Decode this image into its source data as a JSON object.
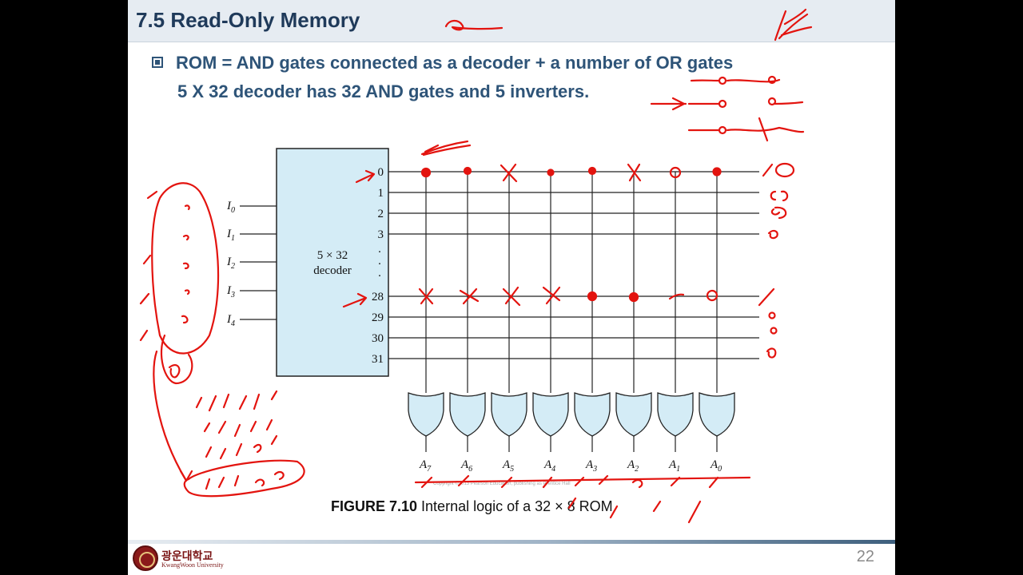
{
  "slide": {
    "title": "7.5 Read-Only Memory",
    "bullets": [
      "ROM = AND gates connected as a decoder + a number of OR gates",
      "5 X 32 decoder has 32 AND gates and 5 inverters."
    ],
    "page_number": "22"
  },
  "figure": {
    "decoder_label_line1": "5 × 32",
    "decoder_label_line2": "decoder",
    "inputs": [
      "I0",
      "I1",
      "I2",
      "I3",
      "I4"
    ],
    "visible_rows": [
      "0",
      "1",
      "2",
      "3",
      "28",
      "29",
      "30",
      "31"
    ],
    "ellipsis": "·",
    "outputs": [
      "A7",
      "A6",
      "A5",
      "A4",
      "A3",
      "A2",
      "A1",
      "A0"
    ],
    "copyright": "Copyright ©2013 Pearson Education, publishing as Prentice Hall",
    "caption_bold": "FIGURE 7.10",
    "caption_text": " Internal logic of a 32 × 8 ROM"
  },
  "footer": {
    "university_kr": "광운대학교",
    "university_en": "KwangWoon University"
  },
  "colors": {
    "title_bar": "#e6ecf2",
    "title_text": "#1f3a5a",
    "bullet_text": "#2e5478",
    "decoder_fill": "#d4ecf6",
    "ink": "#e3140f"
  }
}
